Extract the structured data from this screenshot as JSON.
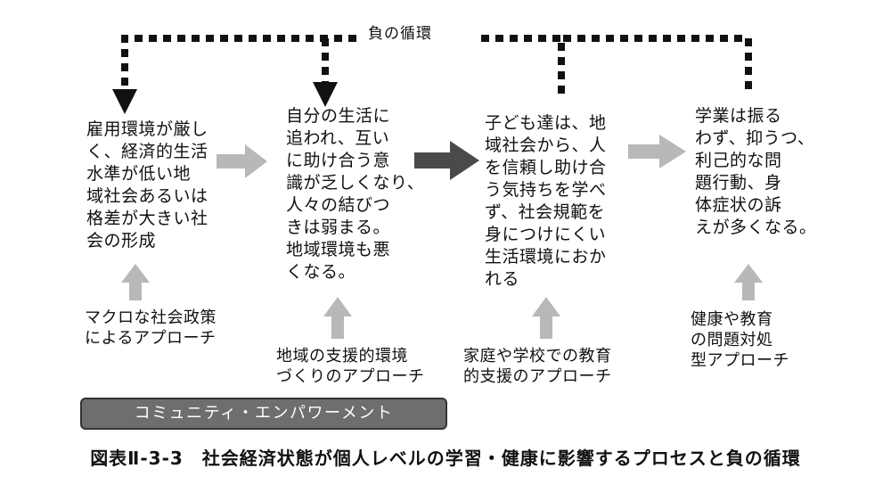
{
  "loop_label": "負の循環",
  "boxes": {
    "box1": "雇用環境が厳し\nく、経済的生活\n水準が低い地\n域社会あるいは\n格差が大きい社\n会の形成",
    "box2": "自分の生活に\n追われ、互い\nに助け合う意\n識が乏しくなり、\n人々の結びつ\nきは弱まる。\n地域環境も悪\nくなる。",
    "box3": "子ども達は、地\n域社会から、人\nを信頼し助け合\nう気持ちを学べ\nず、社会規範を\n身につけにくい\n生活環境におか\nれる",
    "box4": "学業は振る\nわず、抑うつ、\n利己的な問\n題行動、身\n体症状の訴\nえが多くなる。"
  },
  "approaches": {
    "a1": "マクロな社会政策\nによるアプローチ",
    "a2": "地域の支援的環境\nづくりのアプローチ",
    "a3": "家庭や学校での教育\n的支援のアプローチ",
    "a4": "健康や教育\nの問題対処\n型アプローチ"
  },
  "community_bar": "コミュニティ・エンパワーメント",
  "caption": "図表Ⅱ-3-3　社会経済状態が個人レベルの学習・健康に影響するプロセスと負の循環",
  "colors": {
    "light_arrow": "#b8b8b8",
    "dark_arrow": "#4a4a4a",
    "dotted_line": "#111111",
    "bar_fill": "#6e6e6e"
  }
}
